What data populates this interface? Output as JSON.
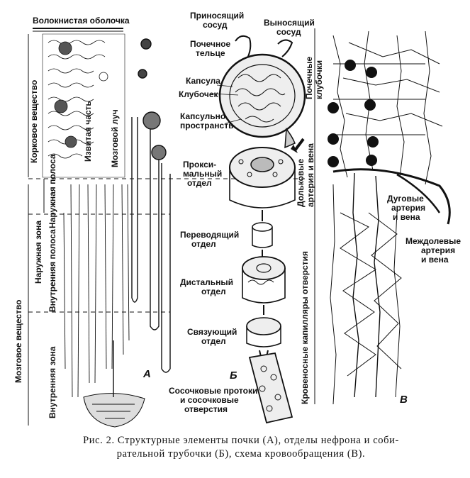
{
  "panel_a": {
    "letter": "А",
    "top_label": "Волокнистая оболочка",
    "cortex": "Корковое вещество",
    "convoluted": "Извитая часть",
    "medullary_ray": "Мозговой луч",
    "outer_stripe": "Наружная полоса",
    "inner_stripe": "Внутренняя полоса",
    "outer_zone": "Наружная зона",
    "inner_zone": "Внутренняя зона",
    "medulla": "Мозговое вещество"
  },
  "panel_b": {
    "letter": "Б",
    "afferent": [
      "Приносящий",
      "сосуд"
    ],
    "efferent": [
      "Выносящий",
      "сосуд"
    ],
    "corpuscle": [
      "Почечное",
      "тельце"
    ],
    "capsule": "Капсула",
    "glomerulus": "Клубочек",
    "capsular_space": [
      "Капсульное",
      "пространство"
    ],
    "proximal": [
      "Прокси-",
      "мальный",
      "отдел"
    ],
    "intermediate": [
      "Переводящий",
      "отдел"
    ],
    "distal": [
      "Дистальный",
      "отдел"
    ],
    "connecting": [
      "Связующий",
      "отдел"
    ],
    "papillary": [
      "Сосочковые протоки",
      "и сосочковые",
      "отверстия"
    ]
  },
  "panel_c": {
    "letter": "В",
    "glomeruli": [
      "Почечные",
      "клубочки"
    ],
    "lobular": [
      "Дольковые",
      "артерия и вена"
    ],
    "arcuate": [
      "Дуговые",
      "артерия",
      "и вена"
    ],
    "interlobar": [
      "Междолевые",
      "артерия",
      "и вена"
    ],
    "capillaries": "Кровеносные капилляры отверстия"
  },
  "caption": {
    "line1": "Рис. 2. Структурные   элементы  почки  (А),  отделы  нефрона  и  соби-",
    "line2": "рательной трубочки (Б), схема кровообращения (В)."
  }
}
